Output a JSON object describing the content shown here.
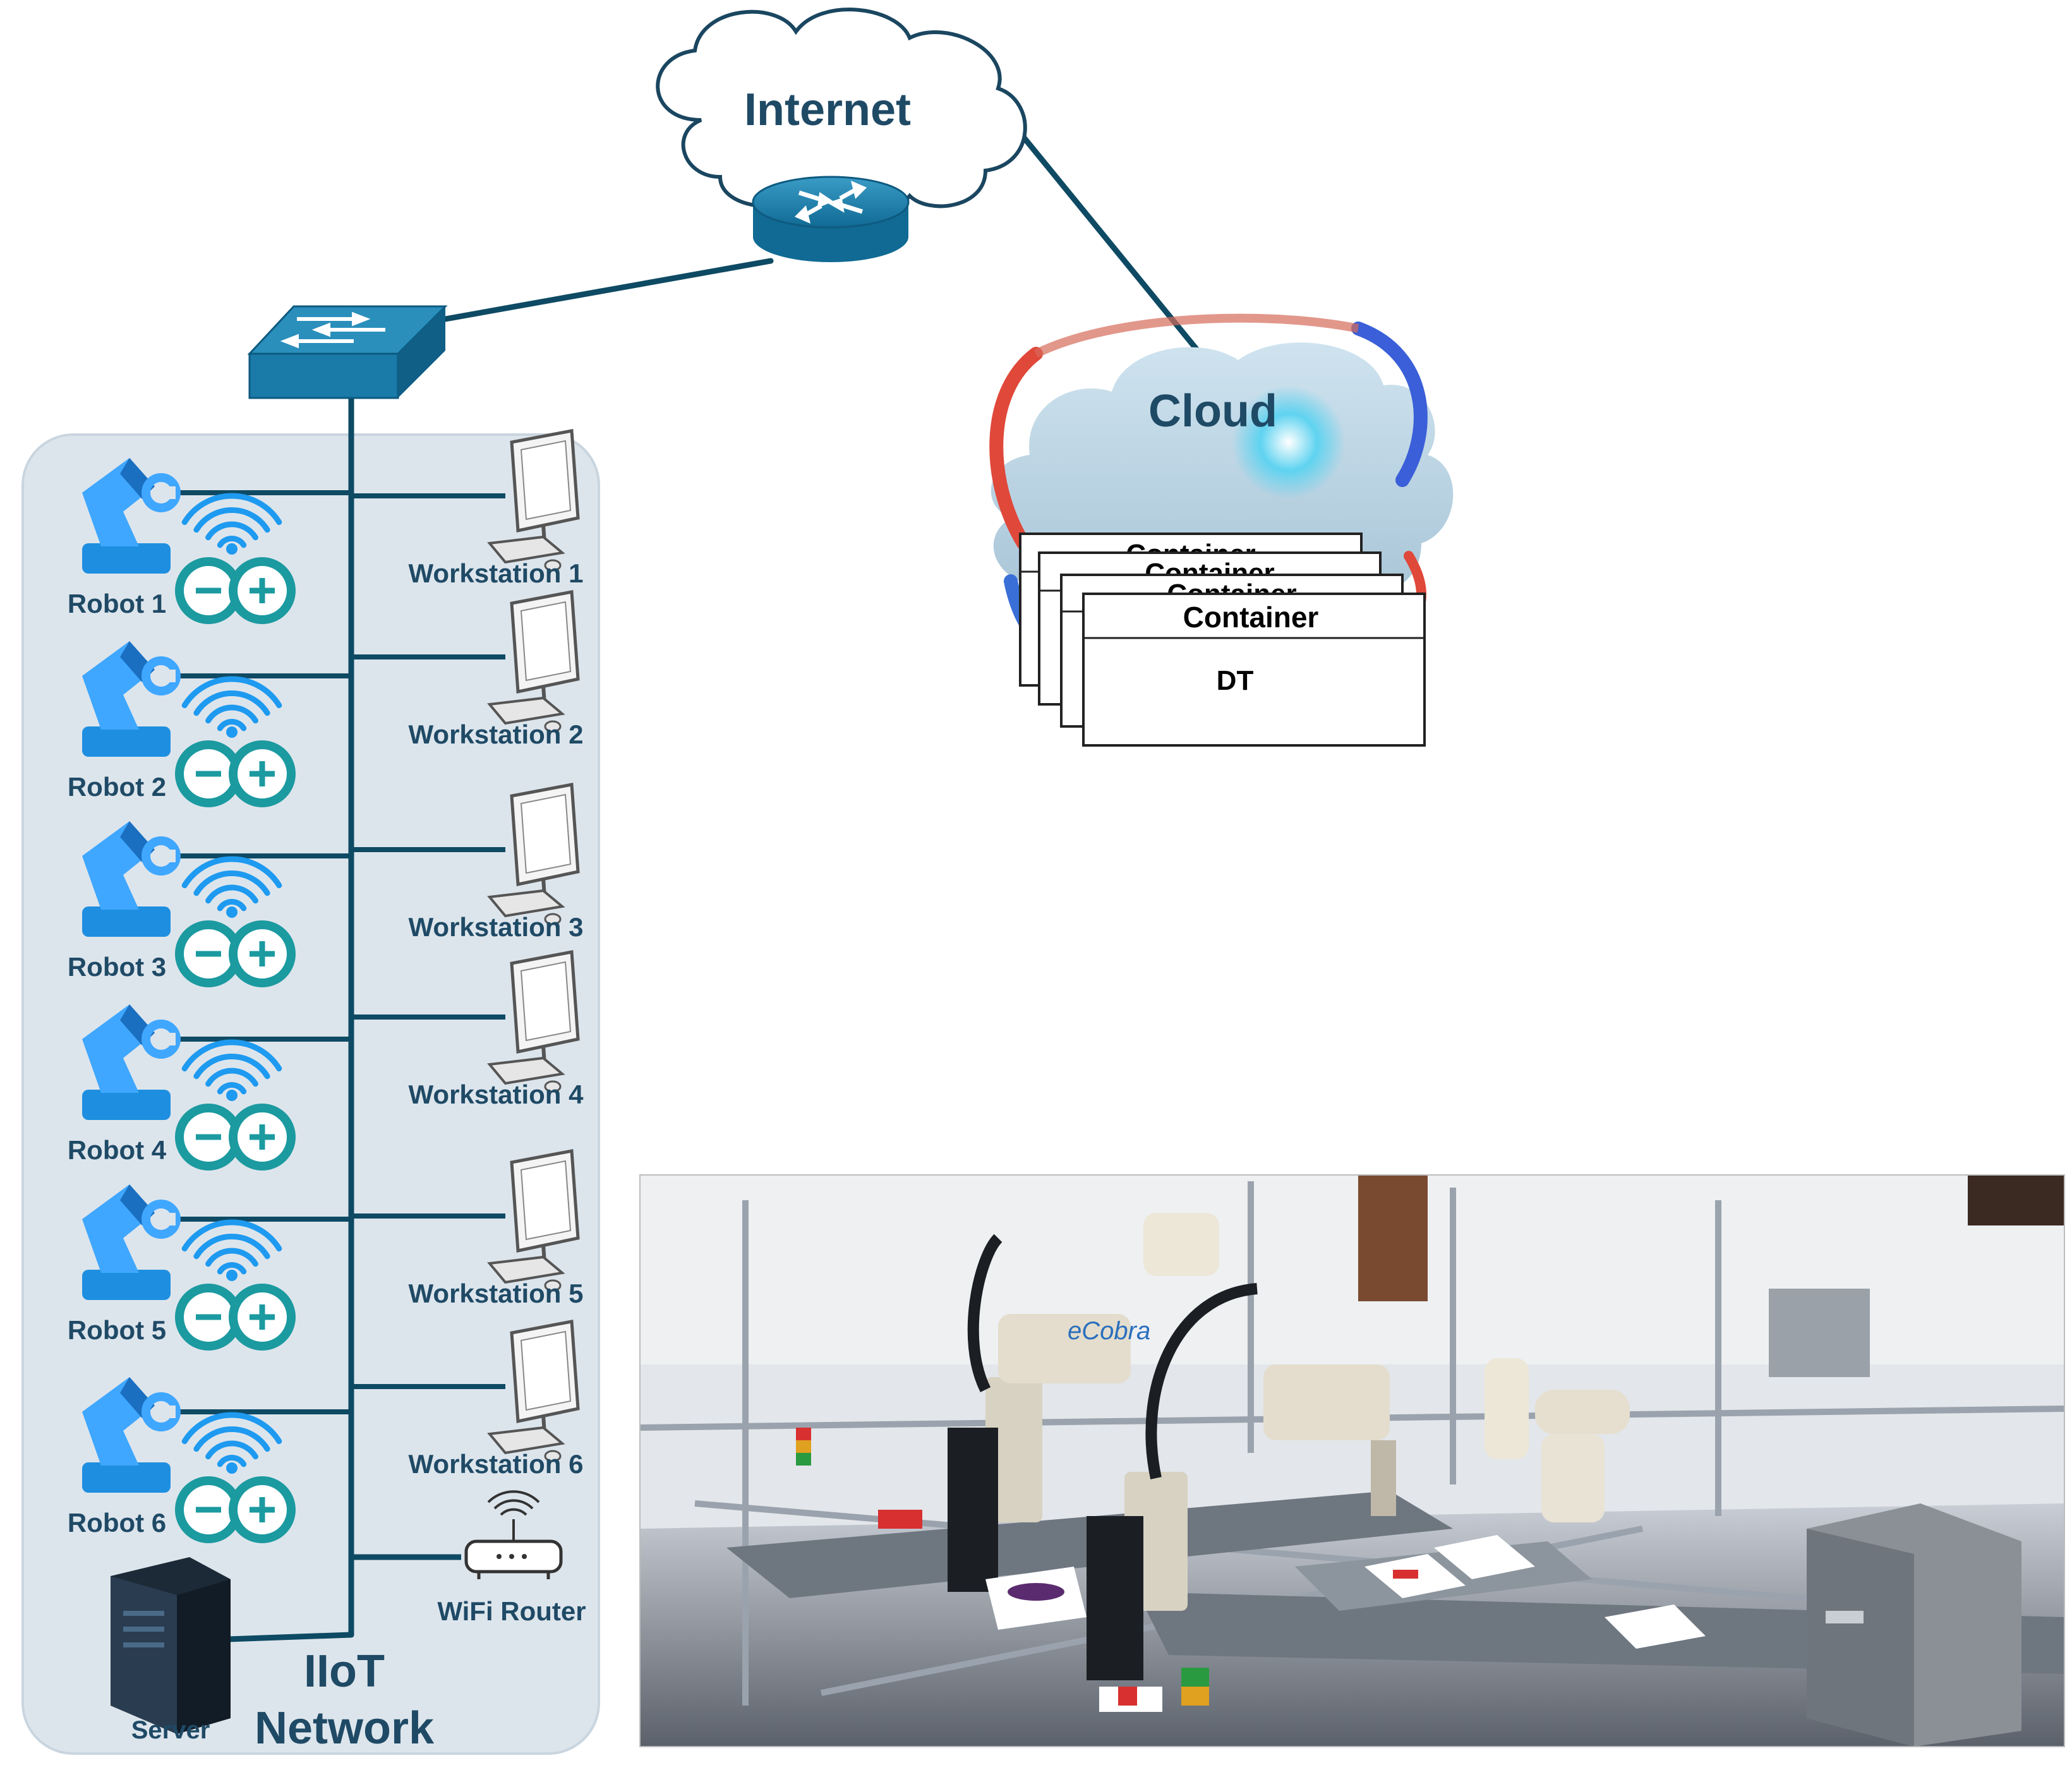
{
  "colors": {
    "line": "#0e4a63",
    "panel": "#dde5ec",
    "device_blue": "#1c7fae",
    "robot_blue": "#1e8fe0",
    "arduino_teal": "#1b9aa0",
    "label": "#1f4a66"
  },
  "internet": {
    "label": "Internet",
    "icon": "router-icon"
  },
  "switch": {
    "icon": "switch-icon"
  },
  "cloud": {
    "label": "Cloud",
    "containers": [
      {
        "title": "Container",
        "dt": "DT"
      },
      {
        "title": "Container",
        "dt": "DT"
      },
      {
        "title": "Container",
        "dt": "DT"
      },
      {
        "title": "Container",
        "dt": "DT"
      }
    ]
  },
  "network": {
    "title_line1": "IIoT",
    "title_line2": "Network",
    "robots": [
      "Robot 1",
      "Robot 2",
      "Robot 3",
      "Robot 4",
      "Robot 5",
      "Robot 6"
    ],
    "workstations": [
      "Workstation 1",
      "Workstation 2",
      "Workstation 3",
      "Workstation 4",
      "Workstation 5",
      "Workstation 6"
    ],
    "wifi_router": "WiFi Router",
    "server": "Server"
  },
  "photo": {
    "brand_text": "eCobra",
    "icon": "factory-photo"
  }
}
